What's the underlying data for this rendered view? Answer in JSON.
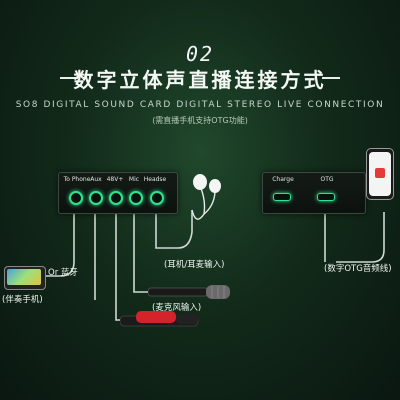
{
  "header": {
    "number": "02",
    "title": "数字立体声直播连接方式",
    "subtitle": "SO8 DIGITAL SOUND CARD DIGITAL STEREO LIVE CONNECTION",
    "note": "(需直播手机支持OTG功能)"
  },
  "left_device": {
    "ports": [
      "To Phone",
      "Aux",
      "48V+",
      "Mic",
      "Headse"
    ]
  },
  "right_device": {
    "ports": [
      "Charge",
      "OTG"
    ]
  },
  "captions": {
    "or_bluetooth": "Or 蓝牙",
    "accompaniment_phone": "(伴奏手机)",
    "headphones": "(耳机/耳麦输入)",
    "microphone": "(麦克风输入)",
    "otg_cable": "(数字OTG音频线)"
  },
  "colors": {
    "accent": "#2fe38e",
    "background": "#122a1a"
  }
}
